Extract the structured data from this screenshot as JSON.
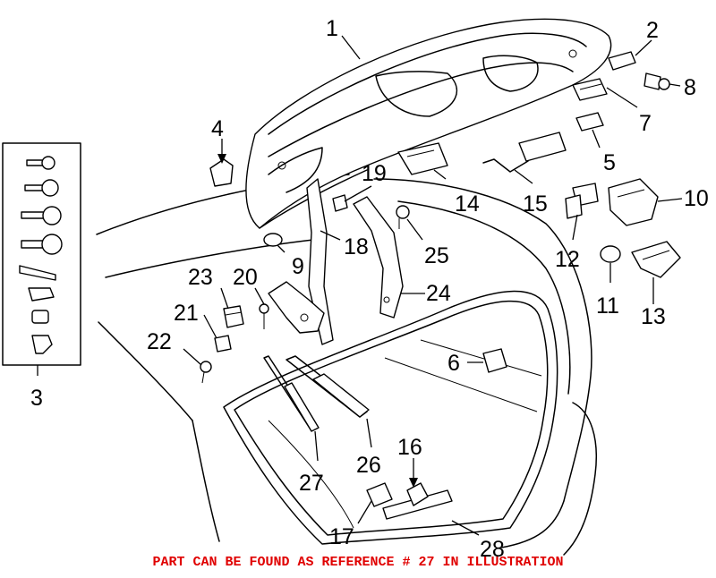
{
  "callouts": {
    "c1": "1",
    "c2": "2",
    "c3": "3",
    "c4": "4",
    "c5": "5",
    "c6": "6",
    "c7": "7",
    "c8": "8",
    "c9": "9",
    "c10": "10",
    "c11": "11",
    "c12": "12",
    "c13": "13",
    "c14": "14",
    "c15": "15",
    "c16": "16",
    "c17": "17",
    "c18": "18",
    "c19": "19",
    "c20": "20",
    "c21": "21",
    "c22": "22",
    "c23": "23",
    "c24": "24",
    "c25": "25",
    "c26": "26",
    "c27": "27",
    "c28": "28"
  },
  "footer_note": "PART CAN BE FOUND AS REFERENCE # 27 IN ILLUSTRATION",
  "colors": {
    "line": "#000000",
    "note": "#e00000",
    "background": "#ffffff"
  }
}
